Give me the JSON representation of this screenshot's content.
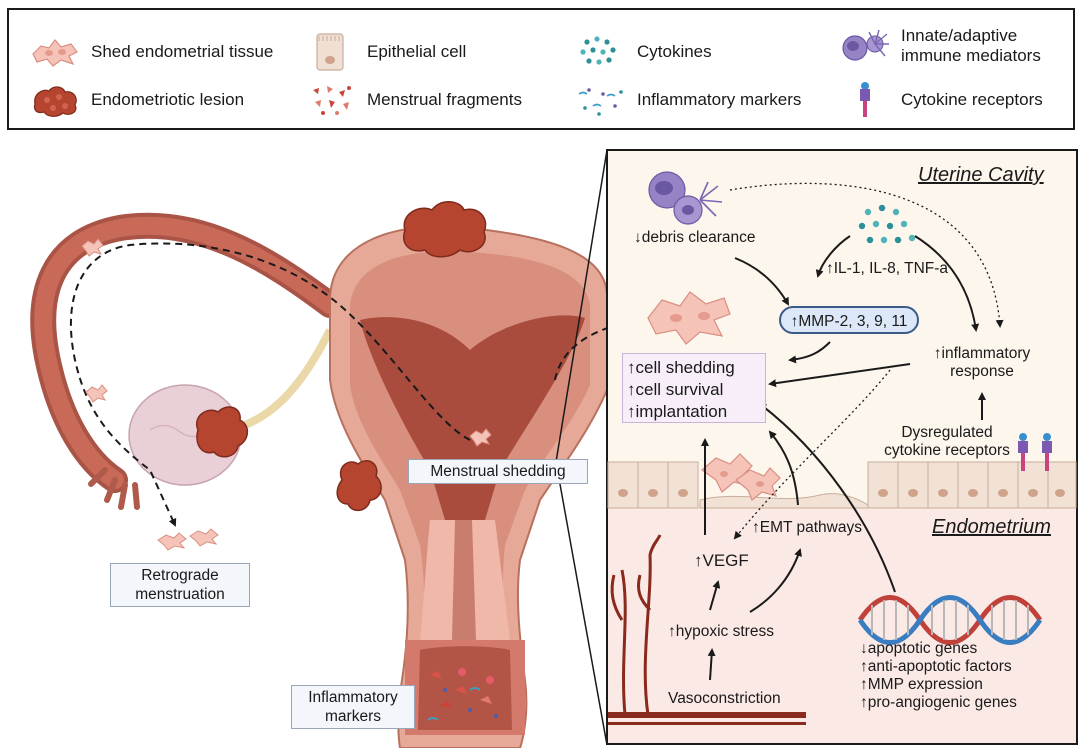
{
  "legend": {
    "items": [
      {
        "label": "Shed endometrial tissue",
        "icon": "shed-tissue-icon"
      },
      {
        "label": "Endometriotic lesion",
        "icon": "lesion-icon"
      },
      {
        "label": "Epithelial cell",
        "icon": "epithelial-cell-icon"
      },
      {
        "label": "Menstrual fragments",
        "icon": "menstrual-fragments-icon"
      },
      {
        "label": "Cytokines",
        "icon": "cytokines-icon"
      },
      {
        "label": "Inflammatory markers",
        "icon": "inflammatory-markers-icon"
      },
      {
        "label": "Innate/adaptive immune mediators",
        "icon": "immune-cells-icon"
      },
      {
        "label": "Cytokine receptors",
        "icon": "receptor-icon"
      }
    ]
  },
  "anatomy": {
    "retrograde": "Retrograde menstruation",
    "menstrual_shedding": "Menstrual shedding",
    "inflammatory_markers": "Inflammatory markers"
  },
  "panel": {
    "uterine_cavity": "Uterine Cavity",
    "endometrium": "Endometrium",
    "debris_clearance": "↓debris clearance",
    "cytokine_levels": "↑IL-1, IL-8, TNF-a",
    "mmp": "↑MMP-2, 3, 9, 11",
    "outcome": [
      "↑cell shedding",
      "↑cell survival",
      "↑implantation"
    ],
    "inflammatory_response": "↑inflammatory response",
    "dysregulated_receptors": "Dysregulated cytokine receptors",
    "emt": "↑EMT pathways",
    "vegf": "↑VEGF",
    "hypoxic": "↑hypoxic stress",
    "vasoconstriction": "Vasoconstriction",
    "genes": [
      "↓apoptotic genes",
      "↑anti-apoptotic factors",
      "↑MMP expression",
      "↑pro-angiogenic genes"
    ]
  },
  "colors": {
    "tissue_pink": "#f2b7a8",
    "lesion": "#b5452f",
    "uterus_muscle": "#c97d6e",
    "uterus_dark": "#8e3b30",
    "cavity_bg": "#fdf6ec",
    "endometrium_bg": "#fbe9e6",
    "immune_purple": "#9683c6",
    "cytokine_teal": "#2d8f98",
    "vessel": "#8a2a1d"
  }
}
